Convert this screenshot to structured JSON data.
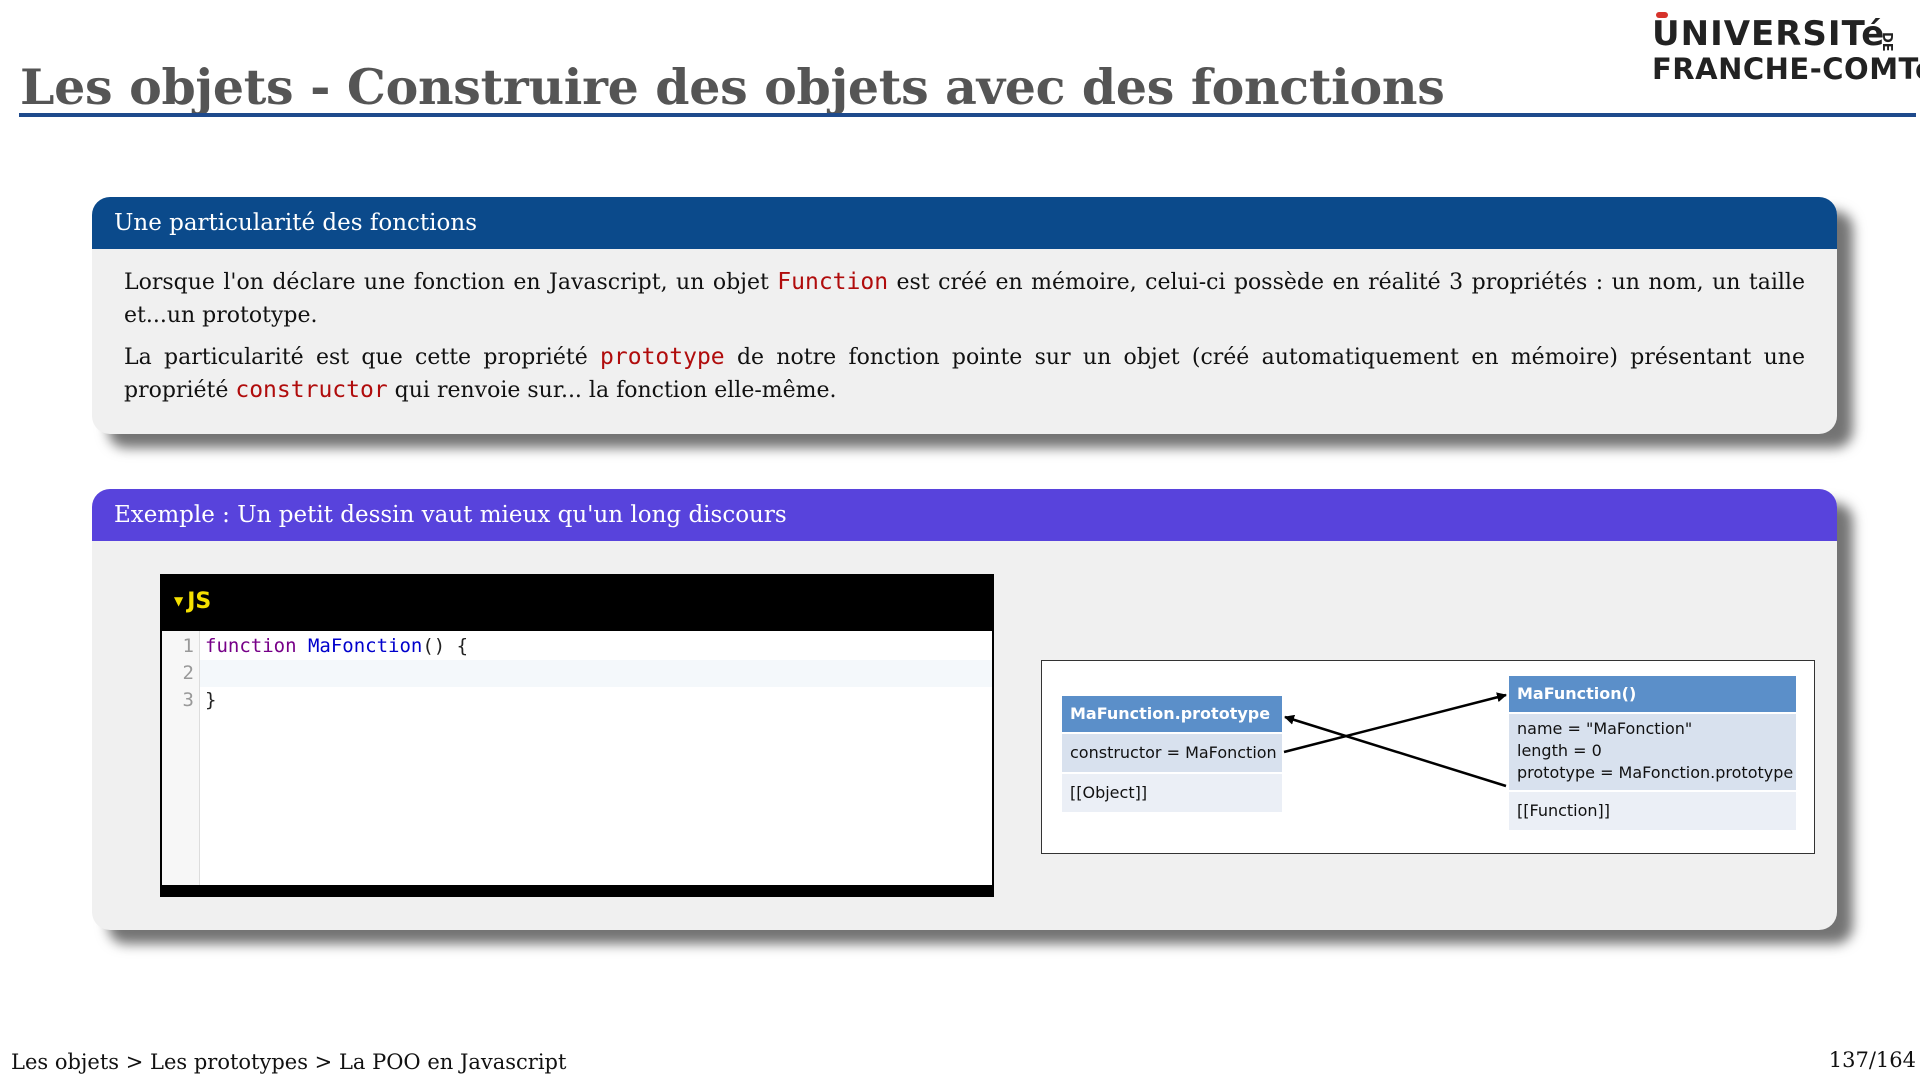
{
  "slide": {
    "title": "Les objets - Construire des objets avec des fonctions"
  },
  "logo": {
    "line1": "UNIVERSITé",
    "line2": "FRANCHE-COMTé",
    "de": "DE",
    "accent_color": "#d6332b"
  },
  "block1": {
    "title": "Une particularité des fonctions",
    "color": "#0b4a8b",
    "p1_before": "Lorsque l'on déclare une fonction en Javascript, un objet ",
    "p1_code": "Function",
    "p1_after": " est créé en mémoire, celui-ci possède en réalité 3 propriétés : un nom, un taille et...un prototype.",
    "p2_before": "La particularité est que cette propriété ",
    "p2_code1": "prototype",
    "p2_middle": " de notre fonction pointe sur un objet (créé automatiquement en mémoire) présentant une propriété ",
    "p2_code2": "constructor",
    "p2_after": " qui renvoie sur... la fonction elle-même."
  },
  "block2": {
    "title": "Exemple : Un petit dessin vaut mieux qu'un long discours",
    "color": "#5843dc",
    "editor": {
      "tab_label": "JS",
      "lines": [
        {
          "num": "1",
          "kw": "function",
          "fn": "MaFonction",
          "rest": "() {"
        },
        {
          "num": "2",
          "text": ""
        },
        {
          "num": "3",
          "text": "}"
        }
      ]
    },
    "diagram": {
      "prototype_box": {
        "title": "MaFunction.prototype",
        "row1": "constructor = MaFonction",
        "row2": "[[Object]]"
      },
      "function_box": {
        "title": "MaFunction()",
        "row1_line1": "name = \"MaFonction\"",
        "row1_line2": "length = 0",
        "row1_line3": "prototype = MaFonction.prototype",
        "row2": "[[Function]]"
      }
    }
  },
  "footer": {
    "breadcrumb": "Les objets > Les prototypes > La POO en Javascript",
    "page": "137/164"
  }
}
